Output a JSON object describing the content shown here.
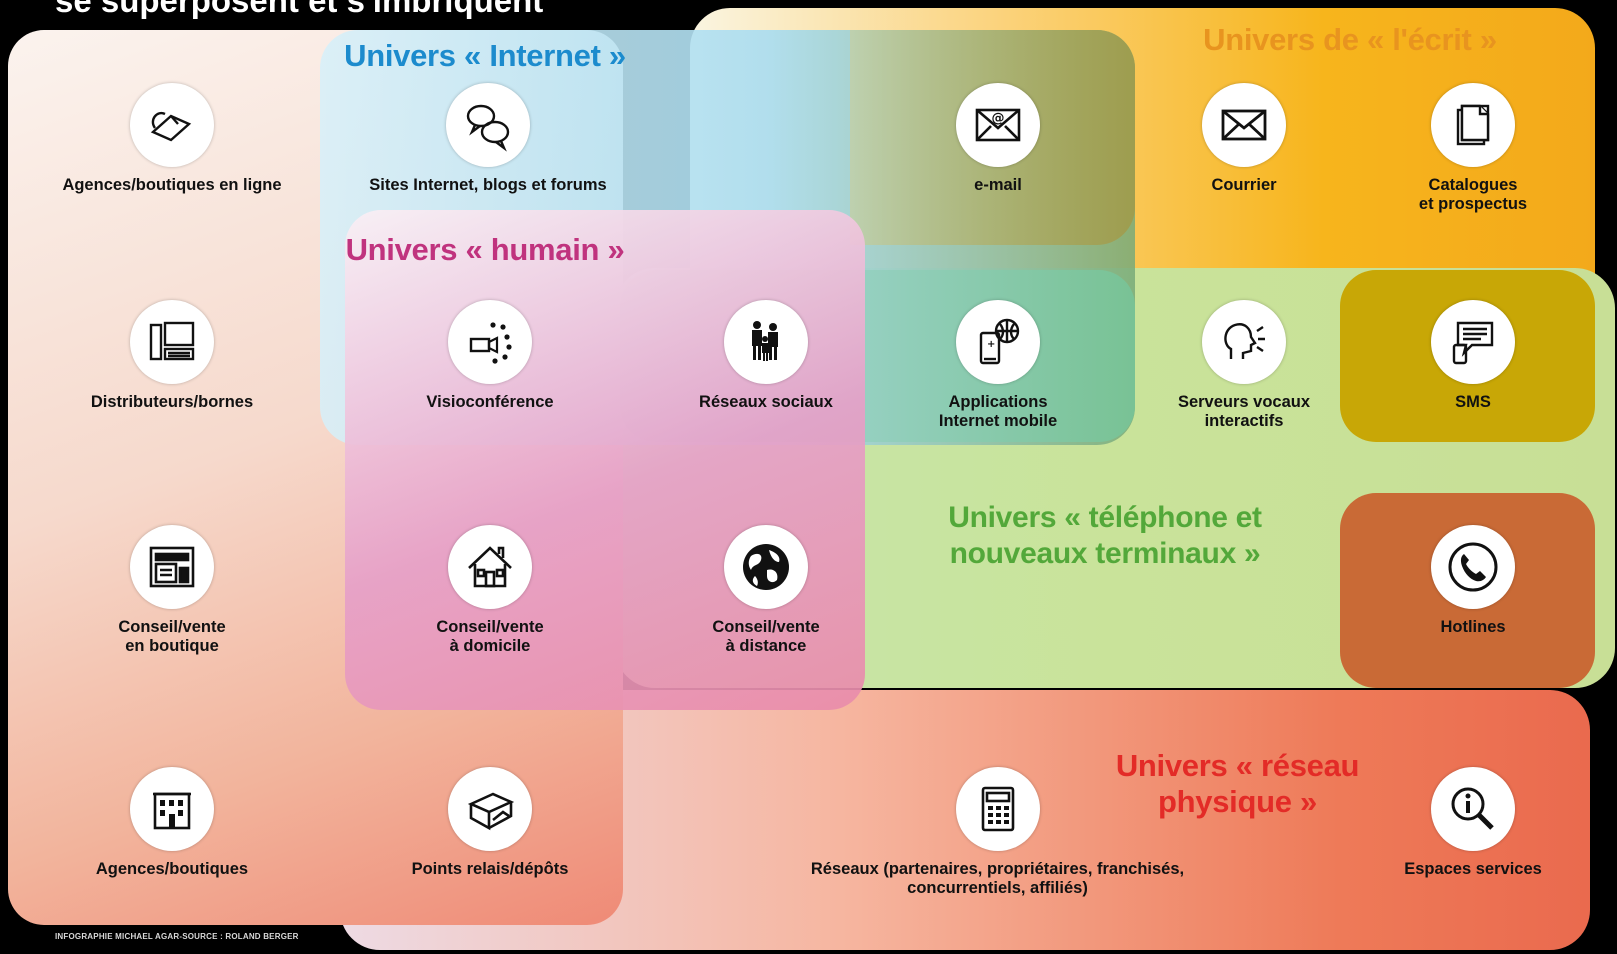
{
  "headline": "se superposent et s'imbriquent",
  "universes": {
    "internet": "Univers « Internet »",
    "humain": "Univers « humain »",
    "ecrit": "Univers de « l'écrit »",
    "telephone": "Univers « téléphone et nouveaux terminaux »",
    "reseau": "Univers « réseau physique »"
  },
  "items": {
    "agences_en_ligne": "Agences/boutiques en ligne",
    "sites_internet": "Sites Internet, blogs et forums",
    "email": "e-mail",
    "courrier": "Courrier",
    "catalogues": "Catalogues\net prospectus",
    "distributeurs": "Distributeurs/bornes",
    "visio": "Visioconférence",
    "reseaux_sociaux": "Réseaux sociaux",
    "applications": "Applications\nInternet mobile",
    "serveurs_vocaux": "Serveurs vocaux\ninteractifs",
    "sms": "SMS",
    "conseil_boutique": "Conseil/vente\nen boutique",
    "conseil_domicile": "Conseil/vente\nà domicile",
    "conseil_distance": "Conseil/vente\nà distance",
    "hotlines": "Hotlines",
    "agences_boutiques": "Agences/boutiques",
    "points_relais": "Points relais/dépôts",
    "reseaux_partenaires": "Réseaux (partenaires, propriétaires, franchisés,\nconcurrentiels, affiliés)",
    "espaces_services": "Espaces services"
  },
  "credit": "INFOGRAPHIE MICHAEL AGAR-SOURCE : ROLAND BERGER",
  "colors": {
    "internet": "#1c8bcd",
    "humain": "#c0337e",
    "ecrit": "#e8941f",
    "telephone": "#53a83a",
    "reseau": "#e32b27"
  }
}
